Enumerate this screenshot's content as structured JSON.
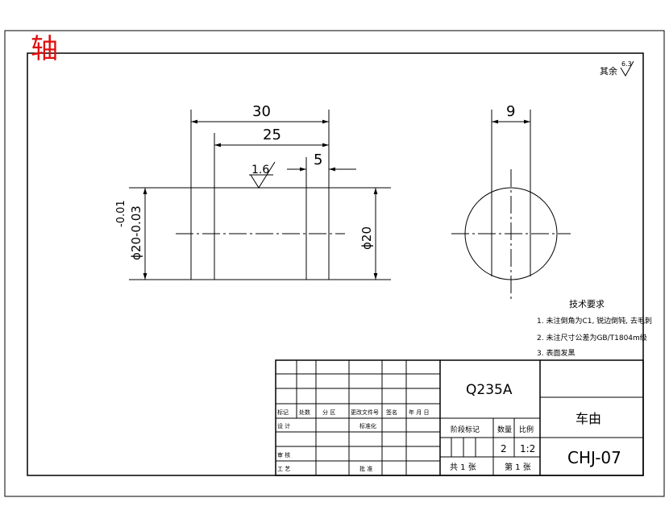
{
  "stamp": {
    "text": "轴",
    "color": "#e01010"
  },
  "roughness_note": {
    "prefix": "其余",
    "value": "6.3"
  },
  "front_view": {
    "dim_length_total": "30",
    "dim_length_inner": "25",
    "dim_length_right": "5",
    "roughness": "1.6",
    "dim_diameter_left": "ϕ20-0.03",
    "dim_diameter_left_tol": "-0.01",
    "dim_diameter_right": "ϕ20"
  },
  "side_view": {
    "dim_width": "9"
  },
  "tech_requirements": {
    "title": "技术要求",
    "items": [
      "1. 未注倒角为C1, 锐边倒钝, 去毛刺",
      "2. 未注尺寸公差为GB/T1804m级",
      "3. 表面发黑"
    ]
  },
  "title_block": {
    "material": "Q235A",
    "part_name": "车由",
    "drawing_no": "CHJ-07",
    "stage_label": "阶段标记",
    "weight_label": "数量",
    "scale_label": "比例",
    "weight_value": "2",
    "scale_value": "1:2",
    "sheets_total": "共 1 张",
    "sheet_no": "第 1 张",
    "rev_headers": [
      "标记",
      "处数",
      "分 区",
      "更改文件号",
      "签名",
      "年 月 日"
    ],
    "row_design": "设 计",
    "row_standard": "标准化",
    "row_review": "审 核",
    "row_process": "工 艺",
    "row_approve": "批 准"
  }
}
